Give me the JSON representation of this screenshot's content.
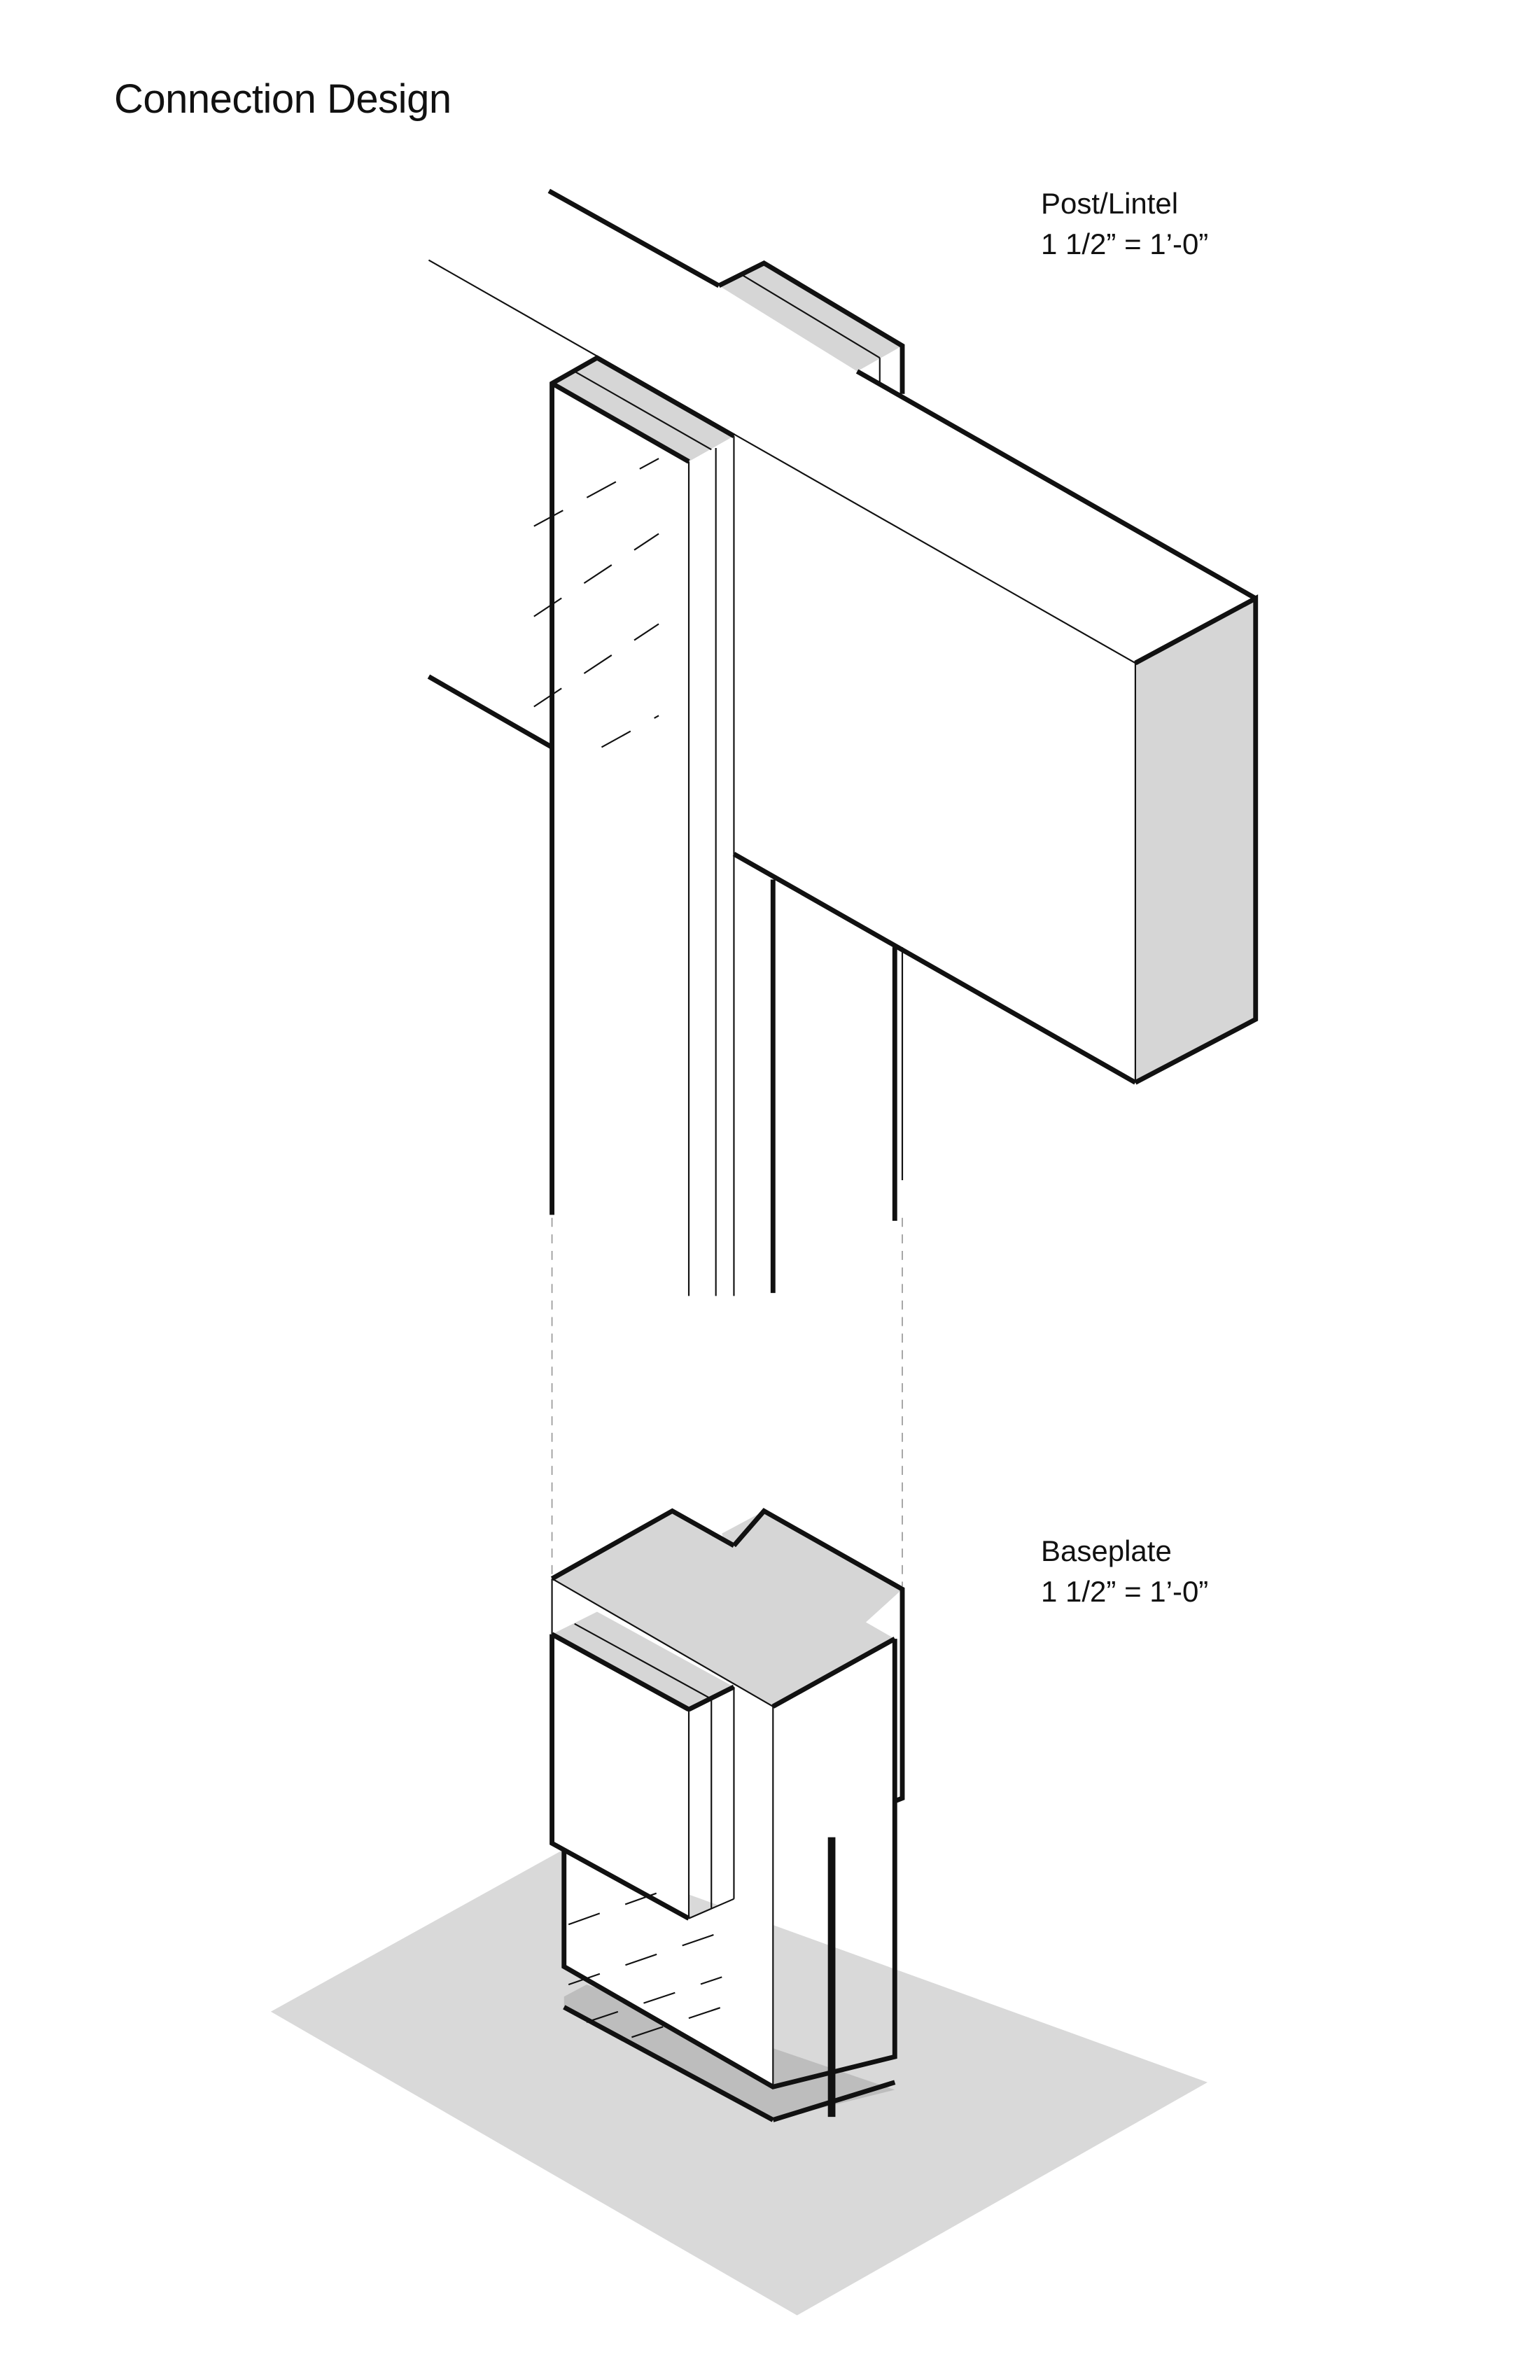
{
  "title": "Connection Design",
  "views": [
    {
      "name": "Post/Lintel",
      "scale": "1 1/2” = 1’-0”"
    },
    {
      "name": "Baseplate",
      "scale": "1 1/2” = 1’-0”"
    }
  ],
  "colors": {
    "face_gray": "#d6d6d6",
    "ground_gray": "#d9d9d9",
    "plate_gray": "#bdbdbd",
    "line": "#111111"
  }
}
